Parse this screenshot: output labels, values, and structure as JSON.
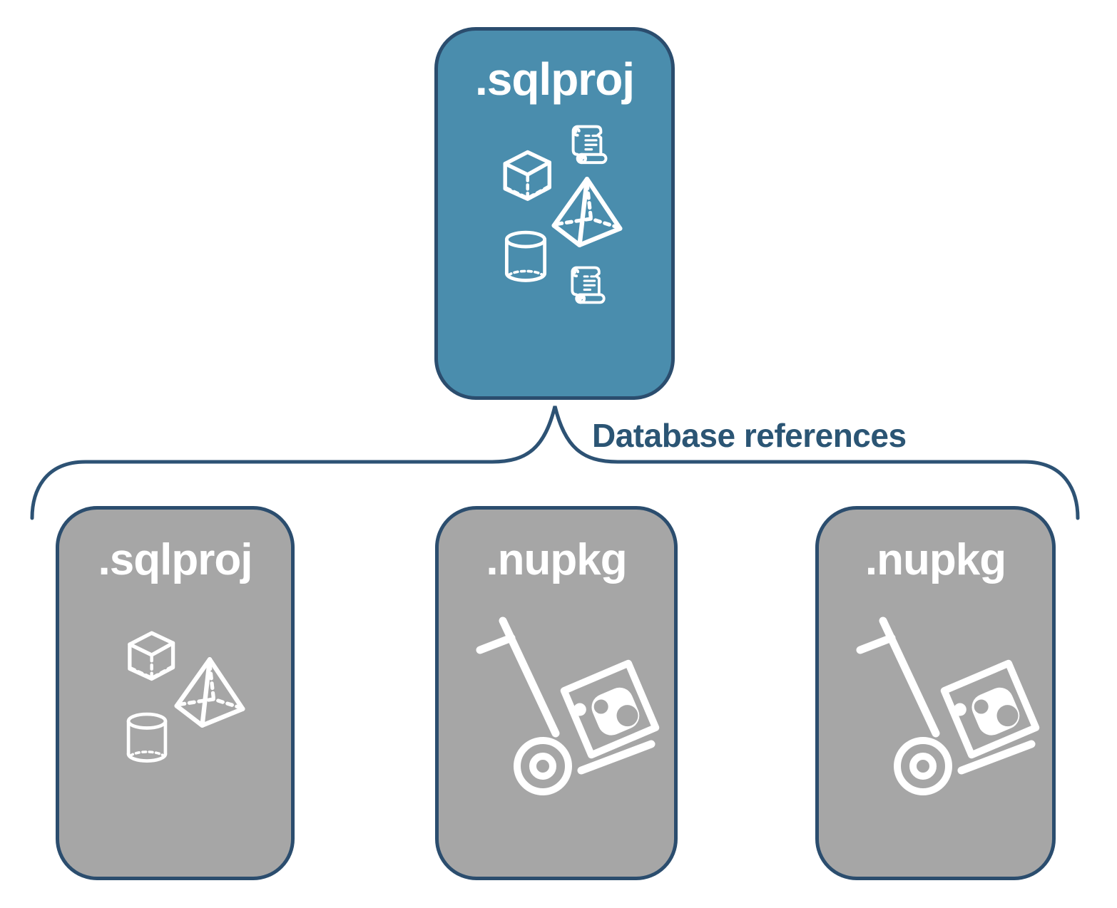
{
  "diagram": {
    "parent_box": {
      "label": ".sqlproj",
      "icons": [
        "cube-icon",
        "scroll-icon",
        "pyramid-icon",
        "cylinder-icon",
        "scroll-icon"
      ]
    },
    "connector": {
      "label": "Database references",
      "type": "curly-brace"
    },
    "child_boxes": [
      {
        "label": ".sqlproj",
        "icons": [
          "cube-icon",
          "pyramid-icon",
          "cylinder-icon"
        ]
      },
      {
        "label": ".nupkg",
        "icons": [
          "hand-truck-package-icon"
        ]
      },
      {
        "label": ".nupkg",
        "icons": [
          "hand-truck-package-icon"
        ]
      }
    ],
    "colors": {
      "parent_fill": "#4A8DAD",
      "child_fill": "#A6A6A6",
      "box_border": "#2B4D6E",
      "brace": "#2D5274",
      "label_text": "#2B5574",
      "icon": "#FFFFFF",
      "background": "#FFFFFF"
    }
  }
}
